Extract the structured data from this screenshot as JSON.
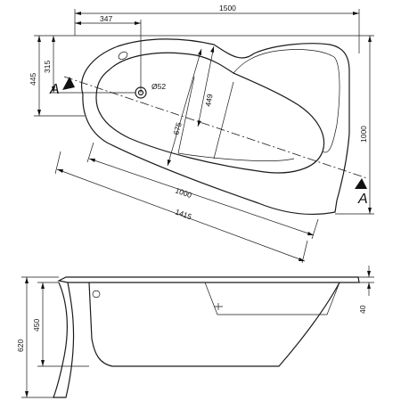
{
  "plan_view": {
    "dimensions": {
      "total_width": "1500",
      "drain_offset": "347",
      "left_side_height": "445",
      "drain_height": "315",
      "total_depth": "1000",
      "inner_width": "449",
      "inner_length": "675",
      "axis_length": "1000",
      "diagonal_length": "1415"
    },
    "drain_label": "Ø52",
    "section_marks": [
      "A",
      "A"
    ]
  },
  "side_view": {
    "dimensions": {
      "overall_height": "620",
      "tub_depth": "450",
      "rim_height": "40"
    }
  }
}
